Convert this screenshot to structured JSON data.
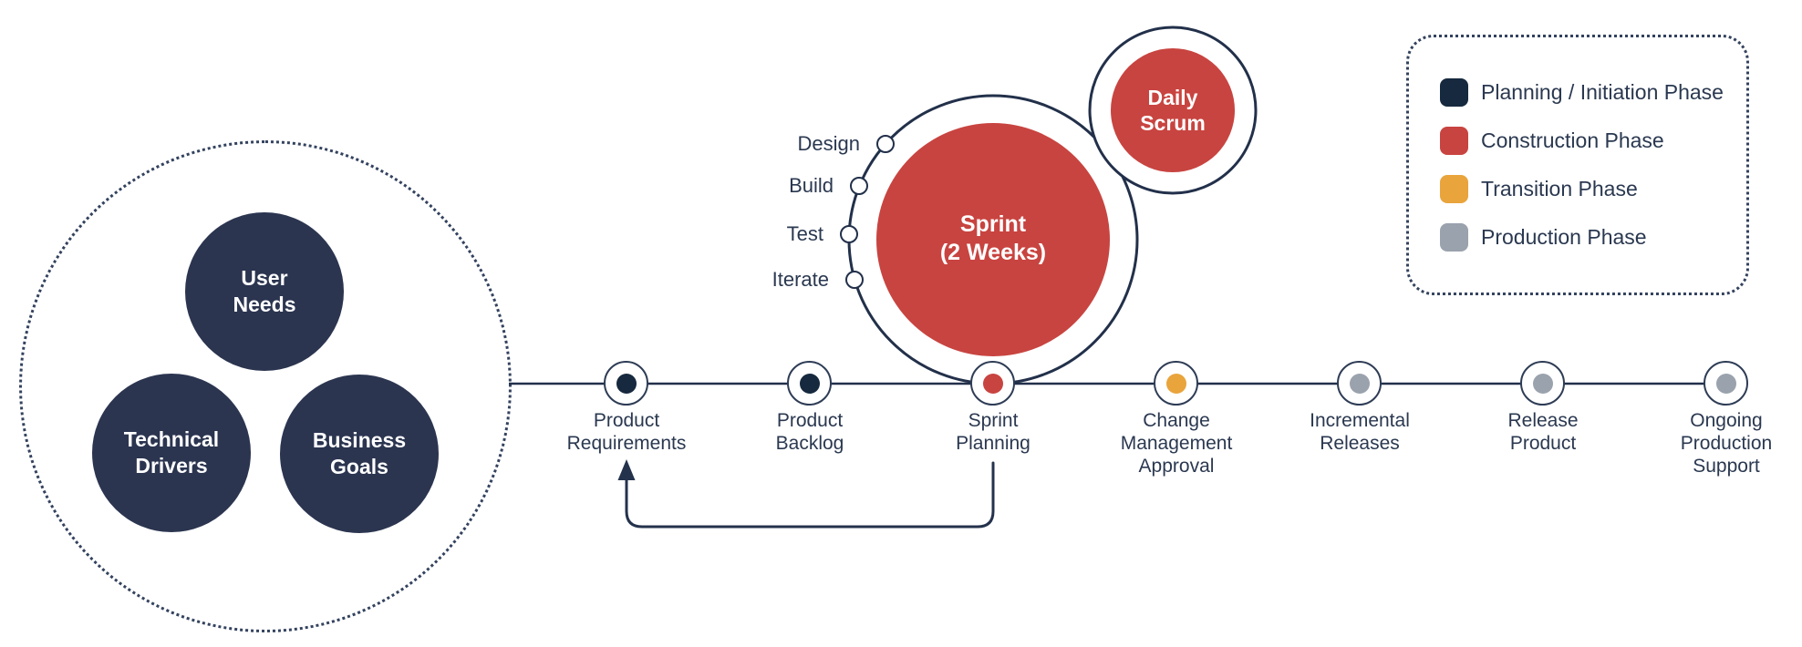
{
  "colors": {
    "background": "#ffffff",
    "stroke_navy": "#22304a",
    "text_navy": "#2a3850",
    "circle_navy": "#2b3550",
    "white": "#ffffff"
  },
  "phases": [
    {
      "id": "planning",
      "label": "Planning / Initiation Phase",
      "color": "#16293e"
    },
    {
      "id": "construction",
      "label": "Construction Phase",
      "color": "#c84440"
    },
    {
      "id": "transition",
      "label": "Transition Phase",
      "color": "#e9a43c"
    },
    {
      "id": "production",
      "label": "Production Phase",
      "color": "#9aa2ad"
    }
  ],
  "drivers_cluster": {
    "items": [
      {
        "label": "User\nNeeds"
      },
      {
        "label": "Technical\nDrivers"
      },
      {
        "label": "Business\nGoals"
      }
    ]
  },
  "sprint": {
    "label": "Sprint\n(2 Weeks)",
    "daily_scrum_label": "Daily\nScrum",
    "steps": [
      "Design",
      "Build",
      "Test",
      "Iterate"
    ]
  },
  "timeline": {
    "milestones": [
      {
        "label": "Product\nRequirements",
        "phase": "planning"
      },
      {
        "label": "Product\nBacklog",
        "phase": "planning"
      },
      {
        "label": "Sprint\nPlanning",
        "phase": "construction"
      },
      {
        "label": "Change\nManagement\nApproval",
        "phase": "transition"
      },
      {
        "label": "Incremental\nReleases",
        "phase": "production"
      },
      {
        "label": "Release\nProduct",
        "phase": "production"
      },
      {
        "label": "Ongoing\nProduction\nSupport",
        "phase": "production"
      }
    ]
  }
}
